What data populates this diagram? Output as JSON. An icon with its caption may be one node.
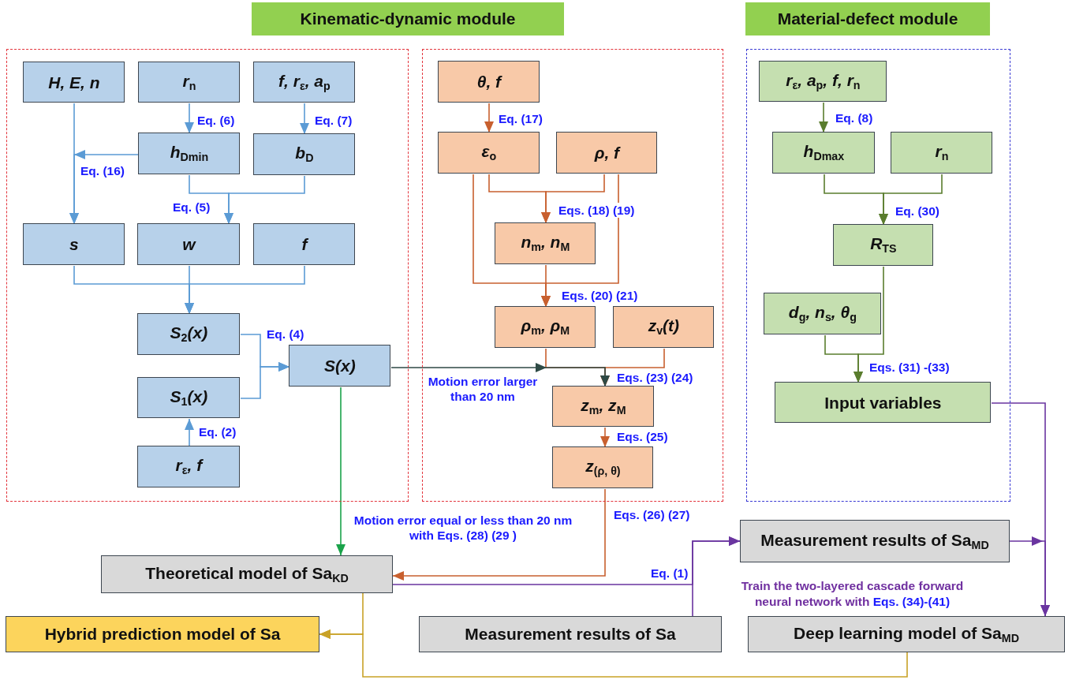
{
  "diagram": {
    "nodes": [
      {
        "text": [
          "Kinematic-dynamic module"
        ]
      },
      {
        "text": [
          "Material-defect module"
        ]
      },
      {
        "text": [],
        "shape": "box"
      },
      {
        "text": [],
        "shape": "box"
      },
      {
        "text": [],
        "shape": "box"
      },
      {
        "text": [
          "H, E, n"
        ],
        "in": 2
      },
      {
        "text": [
          "r$_{n}$"
        ],
        "in": 2
      },
      {
        "text": [
          "f, r$_{ε}$, a$_{p}$"
        ],
        "in": 2
      },
      {
        "text": [
          "h$_{Dmin}$"
        ],
        "in": 2
      },
      {
        "text": [
          "b$_{D}$"
        ],
        "in": 2
      },
      {
        "text": [
          "s"
        ],
        "in": 2
      },
      {
        "text": [
          "w"
        ],
        "in": 2
      },
      {
        "text": [
          "f"
        ],
        "in": 2
      },
      {
        "text": [
          "S$_{2}$(x)"
        ],
        "in": 2
      },
      {
        "text": [
          "S$_{1}$(x)"
        ],
        "in": 2
      },
      {
        "text": [
          "S(x)"
        ],
        "in": 2
      },
      {
        "text": [
          "r$_{ε}$, f"
        ],
        "in": 2
      },
      {
        "text": [
          "θ, f"
        ],
        "in": 3
      },
      {
        "text": [
          "ε$_{o}$"
        ],
        "in": 3
      },
      {
        "text": [
          "ρ, f"
        ],
        "in": 3
      },
      {
        "text": [
          "n$_{m}$, n$_{M}$"
        ],
        "in": 3
      },
      {
        "text": [
          "ρ$_{m}$, ρ$_{M}$"
        ],
        "in": 3
      },
      {
        "text": [
          "z$_{v}$(t)"
        ],
        "in": 3
      },
      {
        "text": [
          "z$_{m}$, z$_{M}$"
        ],
        "in": 3
      },
      {
        "text": [
          "z$_{(ρ, θ)}$"
        ],
        "in": 3
      },
      {
        "text": [
          "r$_{ε}$, a$_{p}$, f, r$_{n}$"
        ],
        "in": 4
      },
      {
        "text": [
          "h$_{Dmax}$"
        ],
        "in": 4
      },
      {
        "text": [
          "r$_{n}$"
        ],
        "in": 4
      },
      {
        "text": [
          "R$_{TS}$"
        ],
        "in": 4
      },
      {
        "text": [
          "d$_{g}$, n$_{s}$, θ$_{g}$"
        ],
        "in": 4
      },
      {
        "text": [
          "Input variables"
        ],
        "in": 4
      },
      {
        "text": [
          "Theoretical model of Sa$_{KD}$"
        ]
      },
      {
        "text": [
          "Measurement results of Sa$_{MD}$"
        ]
      },
      {
        "text": [
          "Hybrid prediction model of Sa"
        ]
      },
      {
        "text": [
          "Measurement results of Sa"
        ]
      },
      {
        "text": [
          "Deep learning model of Sa$_{MD}$"
        ]
      }
    ],
    "edges": [
      {
        "from": 6,
        "to": 8,
        "arrow": "to",
        "label": "Eq. (6)"
      },
      {
        "from": 7,
        "to": 9,
        "arrow": "to",
        "label": "Eq. (7)"
      },
      {
        "from": 5,
        "to": 10,
        "arrow": "to"
      },
      {
        "from": 8,
        "to": 10,
        "arrow": "to",
        "label": "Eq. (16)"
      },
      {
        "from": 8,
        "to": 11,
        "arrow": "to",
        "label": "Eq. (5)"
      },
      {
        "from": 9,
        "to": 11,
        "arrow": "to"
      },
      {
        "from": 10,
        "to": 13,
        "arrow": "to"
      },
      {
        "from": 11,
        "to": 13,
        "arrow": "to"
      },
      {
        "from": 12,
        "to": 13,
        "arrow": "to"
      },
      {
        "from": 13,
        "to": 15,
        "arrow": "to",
        "label": "Eq. (4)"
      },
      {
        "from": 14,
        "to": 15,
        "arrow": "to"
      },
      {
        "from": 16,
        "to": 14,
        "arrow": "to",
        "label": "Eq. (2)"
      },
      {
        "from": 17,
        "to": 18,
        "arrow": "to",
        "label": "Eq. (17)",
        "color": "#c8602f"
      },
      {
        "from": 18,
        "to": 20,
        "arrow": "to",
        "label": "Eqs. (18) (19)",
        "color": "#c8602f"
      },
      {
        "from": 19,
        "to": 20,
        "arrow": "to",
        "color": "#c8602f"
      },
      {
        "from": 18,
        "to": 21,
        "arrow": "to",
        "label": "Eqs. (20) (21)",
        "color": "#c8602f"
      },
      {
        "from": 20,
        "to": 21,
        "arrow": "to",
        "color": "#c8602f"
      },
      {
        "from": 19,
        "to": 21,
        "arrow": "to",
        "color": "#c8602f"
      },
      {
        "from": 21,
        "to": 23,
        "arrow": "to",
        "label": "Eqs. (23) (24)",
        "color": "#c8602f"
      },
      {
        "from": 22,
        "to": 23,
        "arrow": "to",
        "color": "#c8602f"
      },
      {
        "from": 15,
        "to": 23,
        "arrow": "to",
        "label": "Motion error larger than 20 nm",
        "color": "#2e4a45"
      },
      {
        "from": 23,
        "to": 24,
        "arrow": "to",
        "label": "Eqs. (25)",
        "color": "#c8602f"
      },
      {
        "from": 24,
        "to": 31,
        "arrow": "to",
        "label": "Eqs. (26) (27)",
        "color": "#c8602f"
      },
      {
        "from": 15,
        "to": 31,
        "arrow": "to",
        "label": "Motion error equal or less than 20 nm with Eqs. (28) (29 )",
        "color": "#1aa34a"
      },
      {
        "from": 25,
        "to": 26,
        "arrow": "to",
        "label": "Eq. (8)",
        "color": "#5a7d2e"
      },
      {
        "from": 26,
        "to": 28,
        "arrow": "to",
        "label": "Eq. (30)",
        "color": "#5a7d2e"
      },
      {
        "from": 27,
        "to": 28,
        "arrow": "to",
        "color": "#5a7d2e"
      },
      {
        "from": 28,
        "to": 30,
        "arrow": "to",
        "label": "Eqs. (31) -(33)",
        "color": "#5a7d2e"
      },
      {
        "from": 29,
        "to": 30,
        "arrow": "to",
        "color": "#5a7d2e"
      },
      {
        "from": 31,
        "to": 32,
        "arrow": "to",
        "label": "Eq. (1)",
        "color": "#6a35a0"
      },
      {
        "from": 34,
        "to": 32,
        "arrow": "to",
        "color": "#6a35a0"
      },
      {
        "from": 30,
        "to": 35,
        "arrow": "to",
        "color": "#6a35a0"
      },
      {
        "from": 32,
        "to": 35,
        "arrow": "to",
        "color": "#6a35a0"
      },
      {
        "from": 31,
        "to": 33,
        "arrow": "to",
        "color": "#c9a227"
      },
      {
        "from": 35,
        "to": 33,
        "arrow": "to",
        "color": "#c9a227"
      }
    ],
    "labels": [
      "Train the two-layered cascade forward neural network with",
      "Eqs. (34)-(41)"
    ]
  }
}
